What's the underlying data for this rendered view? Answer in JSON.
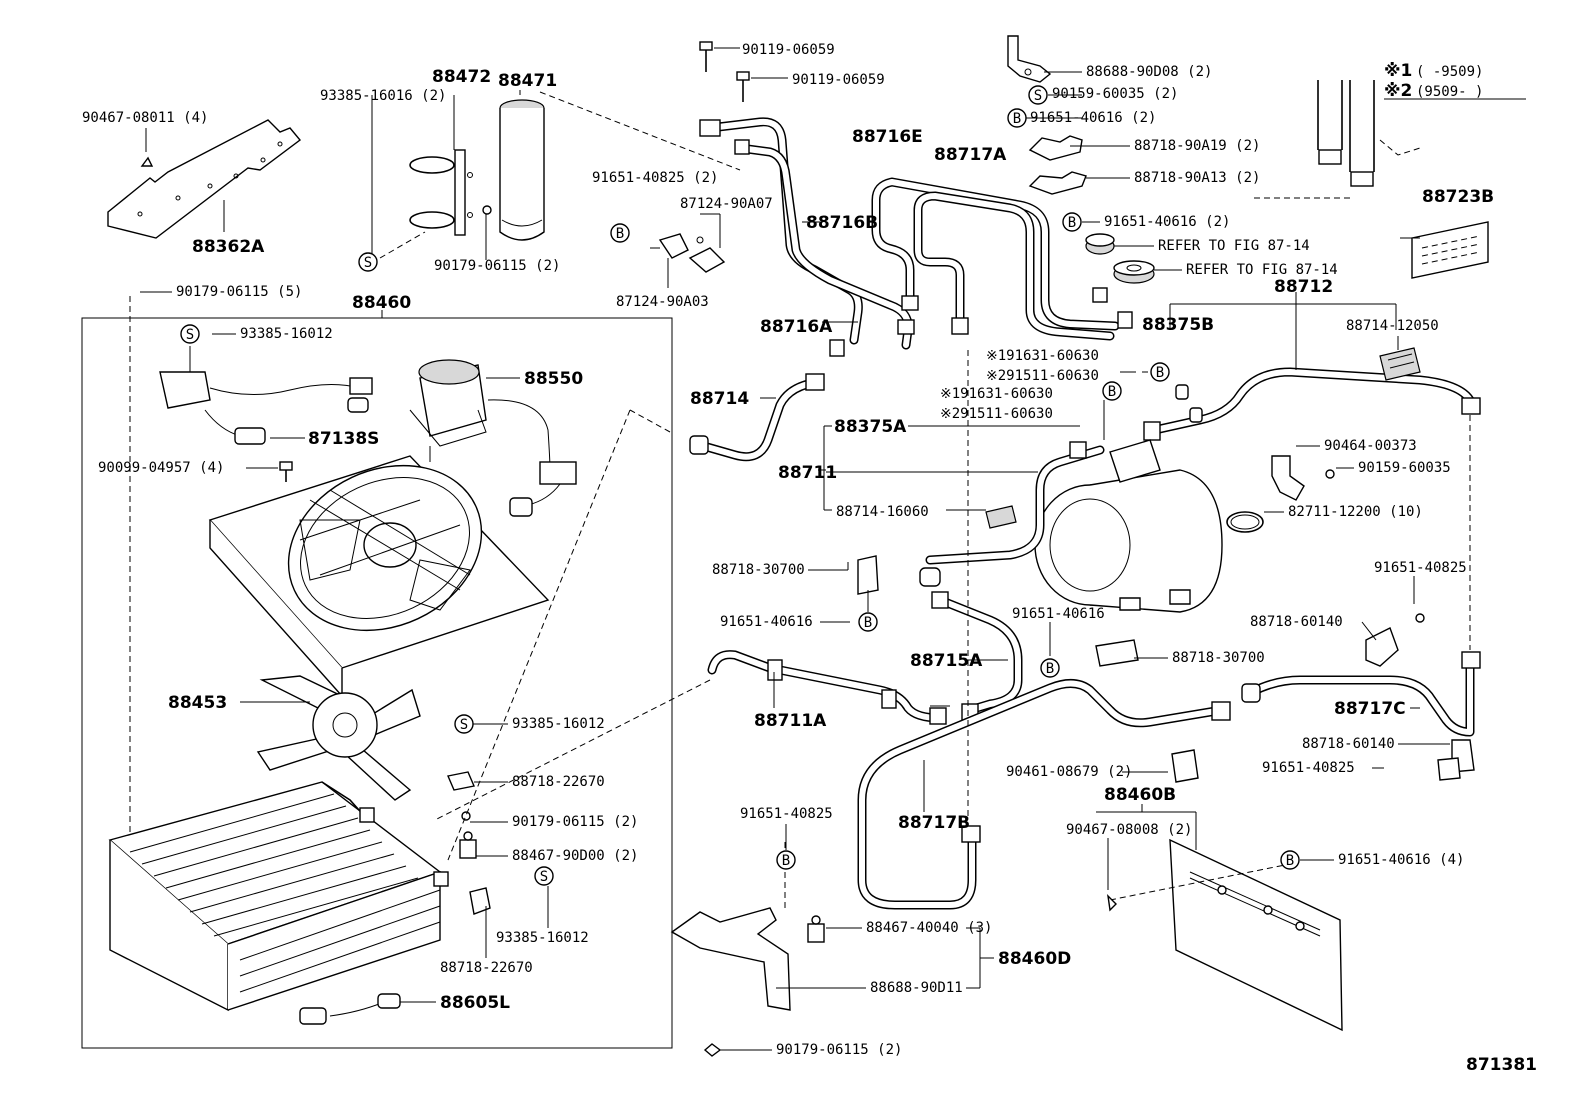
{
  "figure_number": "871381",
  "notes": {
    "n1_mark": "※1",
    "n1_range": "(      -9509)",
    "n2_mark": "※2",
    "n2_range": "(9509-      )"
  },
  "symbols": {
    "S": "S",
    "B": "B"
  },
  "labels": {
    "p90467_08011": "90467-08011 (4)",
    "p88362A": "88362A",
    "p93385_16016": "93385-16016 (2)",
    "p88472": "88472",
    "p88471": "88471",
    "p90179_06115_2a": "90179-06115 (2)",
    "p90119_06059a": "90119-06059",
    "p90119_06059b": "90119-06059",
    "p91651_40825_2": "91651-40825 (2)",
    "p87124_90A07": "87124-90A07",
    "p87124_90A03": "87124-90A03",
    "p88716B": "88716B",
    "p88716E": "88716E",
    "p88717A": "88717A",
    "p88688_90D08": "88688-90D08 (2)",
    "p90159_60035_2": "90159-60035 (2)",
    "p91651_40616_2a": "91651-40616 (2)",
    "p88718_90A19": "88718-90A19 (2)",
    "p88718_90A13": "88718-90A13 (2)",
    "p91651_40616_2b": "91651-40616 (2)",
    "refer1": "REFER TO FIG 87-14",
    "refer2": "REFER TO FIG 87-14",
    "p88723B": "88723B",
    "p88712": "88712",
    "p88375B": "88375B",
    "p88714_12050": "88714-12050",
    "p90179_06115_5": "90179-06115 (5)",
    "p88460": "88460",
    "p93385_16012a": "93385-16012",
    "p88550": "88550",
    "p87138S": "87138S",
    "p90099_04957": "90099-04957 (4)",
    "p88716A": "88716A",
    "p191631a": "※191631-60630",
    "p291511a": "※291511-60630",
    "p191631b": "※191631-60630",
    "p291511b": "※291511-60630",
    "p88714": "88714",
    "p88375A": "88375A",
    "p88711": "88711",
    "p88714_16060": "88714-16060",
    "p90464_00373": "90464-00373",
    "p90159_60035": "90159-60035",
    "p82711_12200": "82711-12200 (10)",
    "p88718_30700a": "88718-30700",
    "p91651_40616a": "91651-40616",
    "p91651_40616b": "91651-40616",
    "p91651_40825a": "91651-40825",
    "p88718_60140a": "88718-60140",
    "p88718_30700b": "88718-30700",
    "p88715A": "88715A",
    "p88453": "88453",
    "p93385_16012b": "93385-16012",
    "p88711A": "88711A",
    "p88717C": "88717C",
    "p88718_60140b": "88718-60140",
    "p91651_40825b": "91651-40825",
    "p88718_22670a": "88718-22670",
    "p90461_08679": "90461-08679 (2)",
    "p90179_06115_2b": "90179-06115 (2)",
    "p91651_40825c": "91651-40825",
    "p88717B": "88717B",
    "p88460B": "88460B",
    "p90467_08008": "90467-08008 (2)",
    "p88467_90D00": "88467-90D00 (2)",
    "p91651_40616_4": "91651-40616 (4)",
    "p93385_16012c": "93385-16012",
    "p88467_40040": "88467-40040 (3)",
    "p88460D": "88460D",
    "p88718_22670b": "88718-22670",
    "p88688_90D11": "88688-90D11",
    "p88605L": "88605L",
    "p90179_06115_2c": "90179-06115 (2)"
  }
}
